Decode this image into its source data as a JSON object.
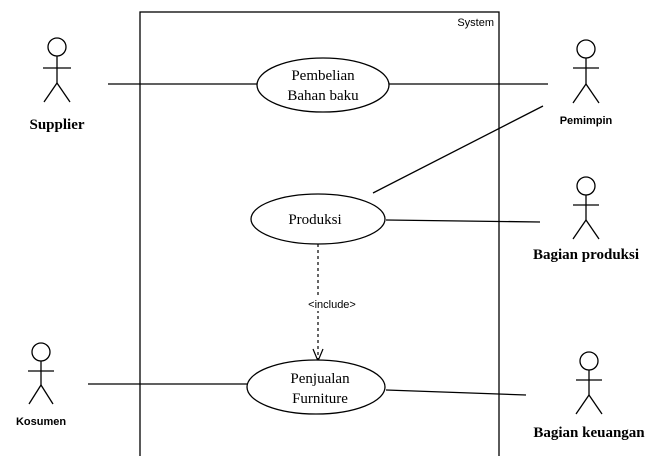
{
  "system": {
    "label": "System"
  },
  "actors": {
    "supplier": "Supplier",
    "pemimpin": "Pemimpin",
    "bagian_produksi": "Bagian produksi",
    "kosumen": "Kosumen",
    "bagian_keuangan": "Bagian keuangan"
  },
  "use_cases": {
    "pembelian": {
      "line1": "Pembelian",
      "line2": "Bahan baku"
    },
    "produksi": {
      "line1": "Produksi"
    },
    "penjualan": {
      "line1": "Penjualan",
      "line2": "Furniture"
    }
  },
  "relations": {
    "include_label": "<include>"
  }
}
